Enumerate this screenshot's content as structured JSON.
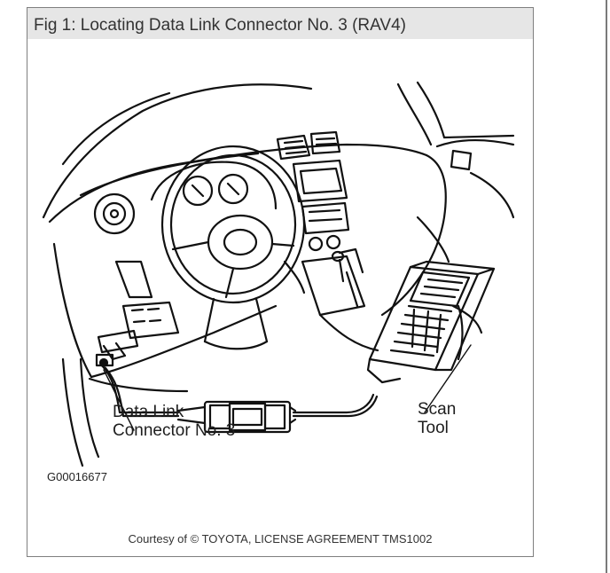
{
  "figure": {
    "title": "Fig 1: Locating Data Link Connector No. 3 (RAV4)",
    "labels": {
      "dlc_line1": "Data Link",
      "dlc_line2": "Connector  No. 3",
      "scan_line1": "Scan",
      "scan_line2": "Tool"
    },
    "figure_code": "G00016677",
    "courtesy": "Courtesy of © TOYOTA, LICENSE AGREEMENT TMS1002"
  },
  "icons": {
    "dashboard": "dashboard-line-drawing",
    "steering": "steering-wheel-drawing",
    "scan_tool": "scan-tool-drawing",
    "connector": "connector-adapter-drawing"
  }
}
